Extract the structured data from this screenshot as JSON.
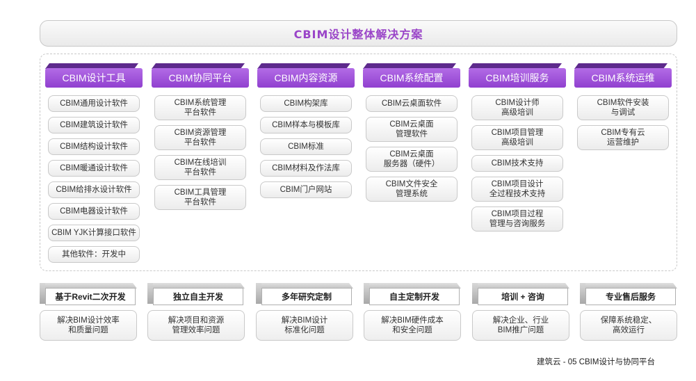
{
  "title": "CBIM设计整体解决方案",
  "columns": [
    {
      "header": "CBIM设计工具",
      "items": [
        "CBIM通用设计软件",
        "CBIM建筑设计软件",
        "CBIM结构设计软件",
        "CBIM暖通设计软件",
        "CBIM给排水设计软件",
        "CBIM电器设计软件",
        "CBIM YJK计算接口软件",
        "其他软件：开发中"
      ]
    },
    {
      "header": "CBIM协同平台",
      "items": [
        "CBIM系统管理\n平台软件",
        "CBIM资源管理\n平台软件",
        "CBIM在线培训\n平台软件",
        "CBIM工具管理\n平台软件"
      ]
    },
    {
      "header": "CBIM内容资源",
      "items": [
        "CBIM构架库",
        "CBIM样本与模板库",
        "CBIM标准",
        "CBIM材料及作法库",
        "CBIM门户网站"
      ]
    },
    {
      "header": "CBIM系统配置",
      "items": [
        "CBIM云桌面软件",
        "CBIM云桌面\n管理软件",
        "CBIM云桌面\n服务器（硬件）",
        "CBIM文件安全\n管理系统"
      ]
    },
    {
      "header": "CBIM培训服务",
      "items": [
        "CBIM设计师\n高级培训",
        "CBIM项目管理\n高级培训",
        "CBIM技术支持",
        "CBIM项目设计\n全过程技术支持",
        "CBIM项目过程\n管理与咨询服务"
      ]
    },
    {
      "header": "CBIM系统运维",
      "items": [
        "CBIM软件安装\n与调试",
        "CBIM专有云\n运营维护"
      ]
    }
  ],
  "features": [
    {
      "title": "基于Revit二次开发",
      "desc": "解决BIM设计效率\n和质量问题"
    },
    {
      "title": "独立自主开发",
      "desc": "解决项目和资源\n管理效率问题"
    },
    {
      "title": "多年研究定制",
      "desc": "解决BIM设计\n标准化问题"
    },
    {
      "title": "自主定制开发",
      "desc": "解决BIM硬件成本\n和安全问题"
    },
    {
      "title": "培训 + 咨询",
      "desc": "解决企业、行业\nBIM推广问题"
    },
    {
      "title": "专业售后服务",
      "desc": "保障系统稳定、\n高效运行"
    }
  ],
  "footer": "建筑云 - 05 CBIM设计与协同平台",
  "colors": {
    "accent": "#9a45c8",
    "header_purple": "#9040cf"
  }
}
